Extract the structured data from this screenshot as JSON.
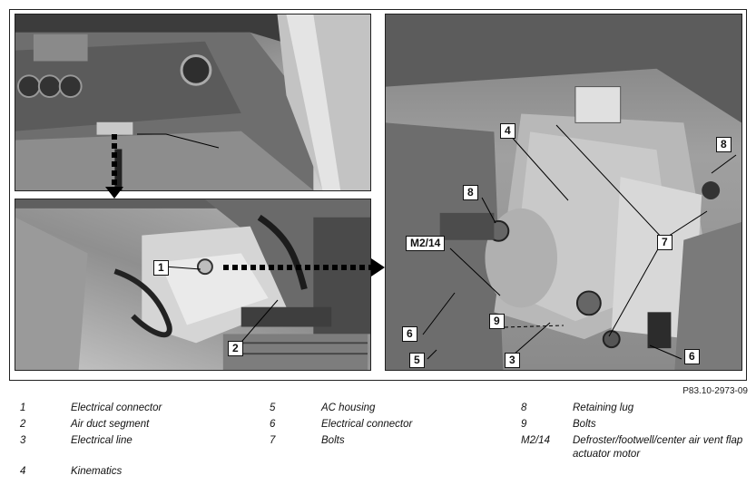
{
  "figure_id": "P83.10-2973-09",
  "callouts": {
    "c1": "1",
    "c2": "2",
    "c3": "3",
    "c4": "4",
    "c5": "5",
    "c6a": "6",
    "c6b": "6",
    "c7": "7",
    "c8a": "8",
    "c8b": "8",
    "c9": "9",
    "cm": "M2/14"
  },
  "legend": [
    {
      "num": "1",
      "text": "Electrical connector"
    },
    {
      "num": "2",
      "text": "Air duct segment"
    },
    {
      "num": "3",
      "text": "Electrical line"
    },
    {
      "num": "4",
      "text": "Kinematics"
    },
    {
      "num": "5",
      "text": "AC housing"
    },
    {
      "num": "6",
      "text": "Electrical connector"
    },
    {
      "num": "7",
      "text": "Bolts"
    },
    {
      "num": "8",
      "text": "Retaining lug"
    },
    {
      "num": "9",
      "text": "Bolts"
    },
    {
      "num": "M2/14",
      "text": "Defroster/footwell/center air vent flap actuator motor"
    }
  ]
}
